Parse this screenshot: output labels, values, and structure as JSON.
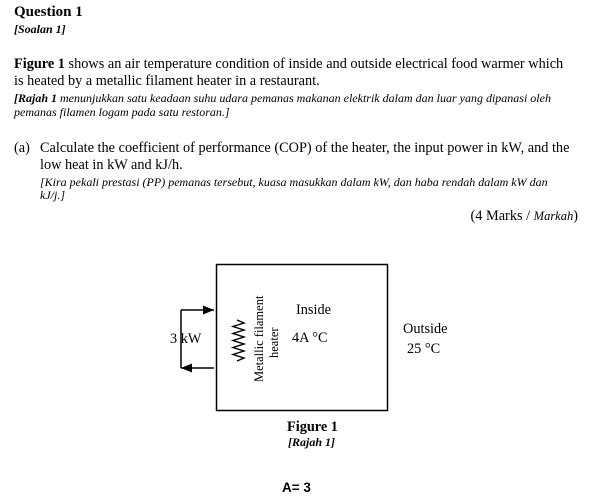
{
  "question": {
    "title": "Question 1",
    "subtitle": "[Soalan 1]",
    "intro": {
      "figure_ref": "Figure 1",
      "text": " shows an air temperature condition of inside and outside electrical food warmer which is heated by a metallic filament heater in a restaurant.",
      "ms_figure_ref": "[Rajah 1",
      "ms_text": " menunjukkan satu keadaan suhu udara pemanas makanan elektrik dalam dan luar yang dipanasi oleh pemanas filamen logam pada satu restoran.]"
    },
    "part_a": {
      "label": "(a)",
      "text": "Calculate the coefficient of performance (COP) of the heater, the input power in kW, and the low heat in kW and kJ/h.",
      "ms_text": "[Kira pekali prestasi (PP) pemanas tersebut, kuasa masukkan dalam kW, dan haba rendah dalam kW dan kJ/j.]",
      "marks_en": "(4 Marks / ",
      "marks_ms": "Markah",
      "marks_end": ")"
    }
  },
  "figure": {
    "input_power": "3 kW",
    "heater_line1": "Metallic filament",
    "heater_line2": "heater",
    "inside_label": "Inside",
    "inside_temp": "4A °C",
    "outside_label": "Outside",
    "outside_temp": "25 °C",
    "caption": "Figure 1",
    "caption_ms": "[Rajah 1]"
  },
  "answer_note": "A= 3"
}
